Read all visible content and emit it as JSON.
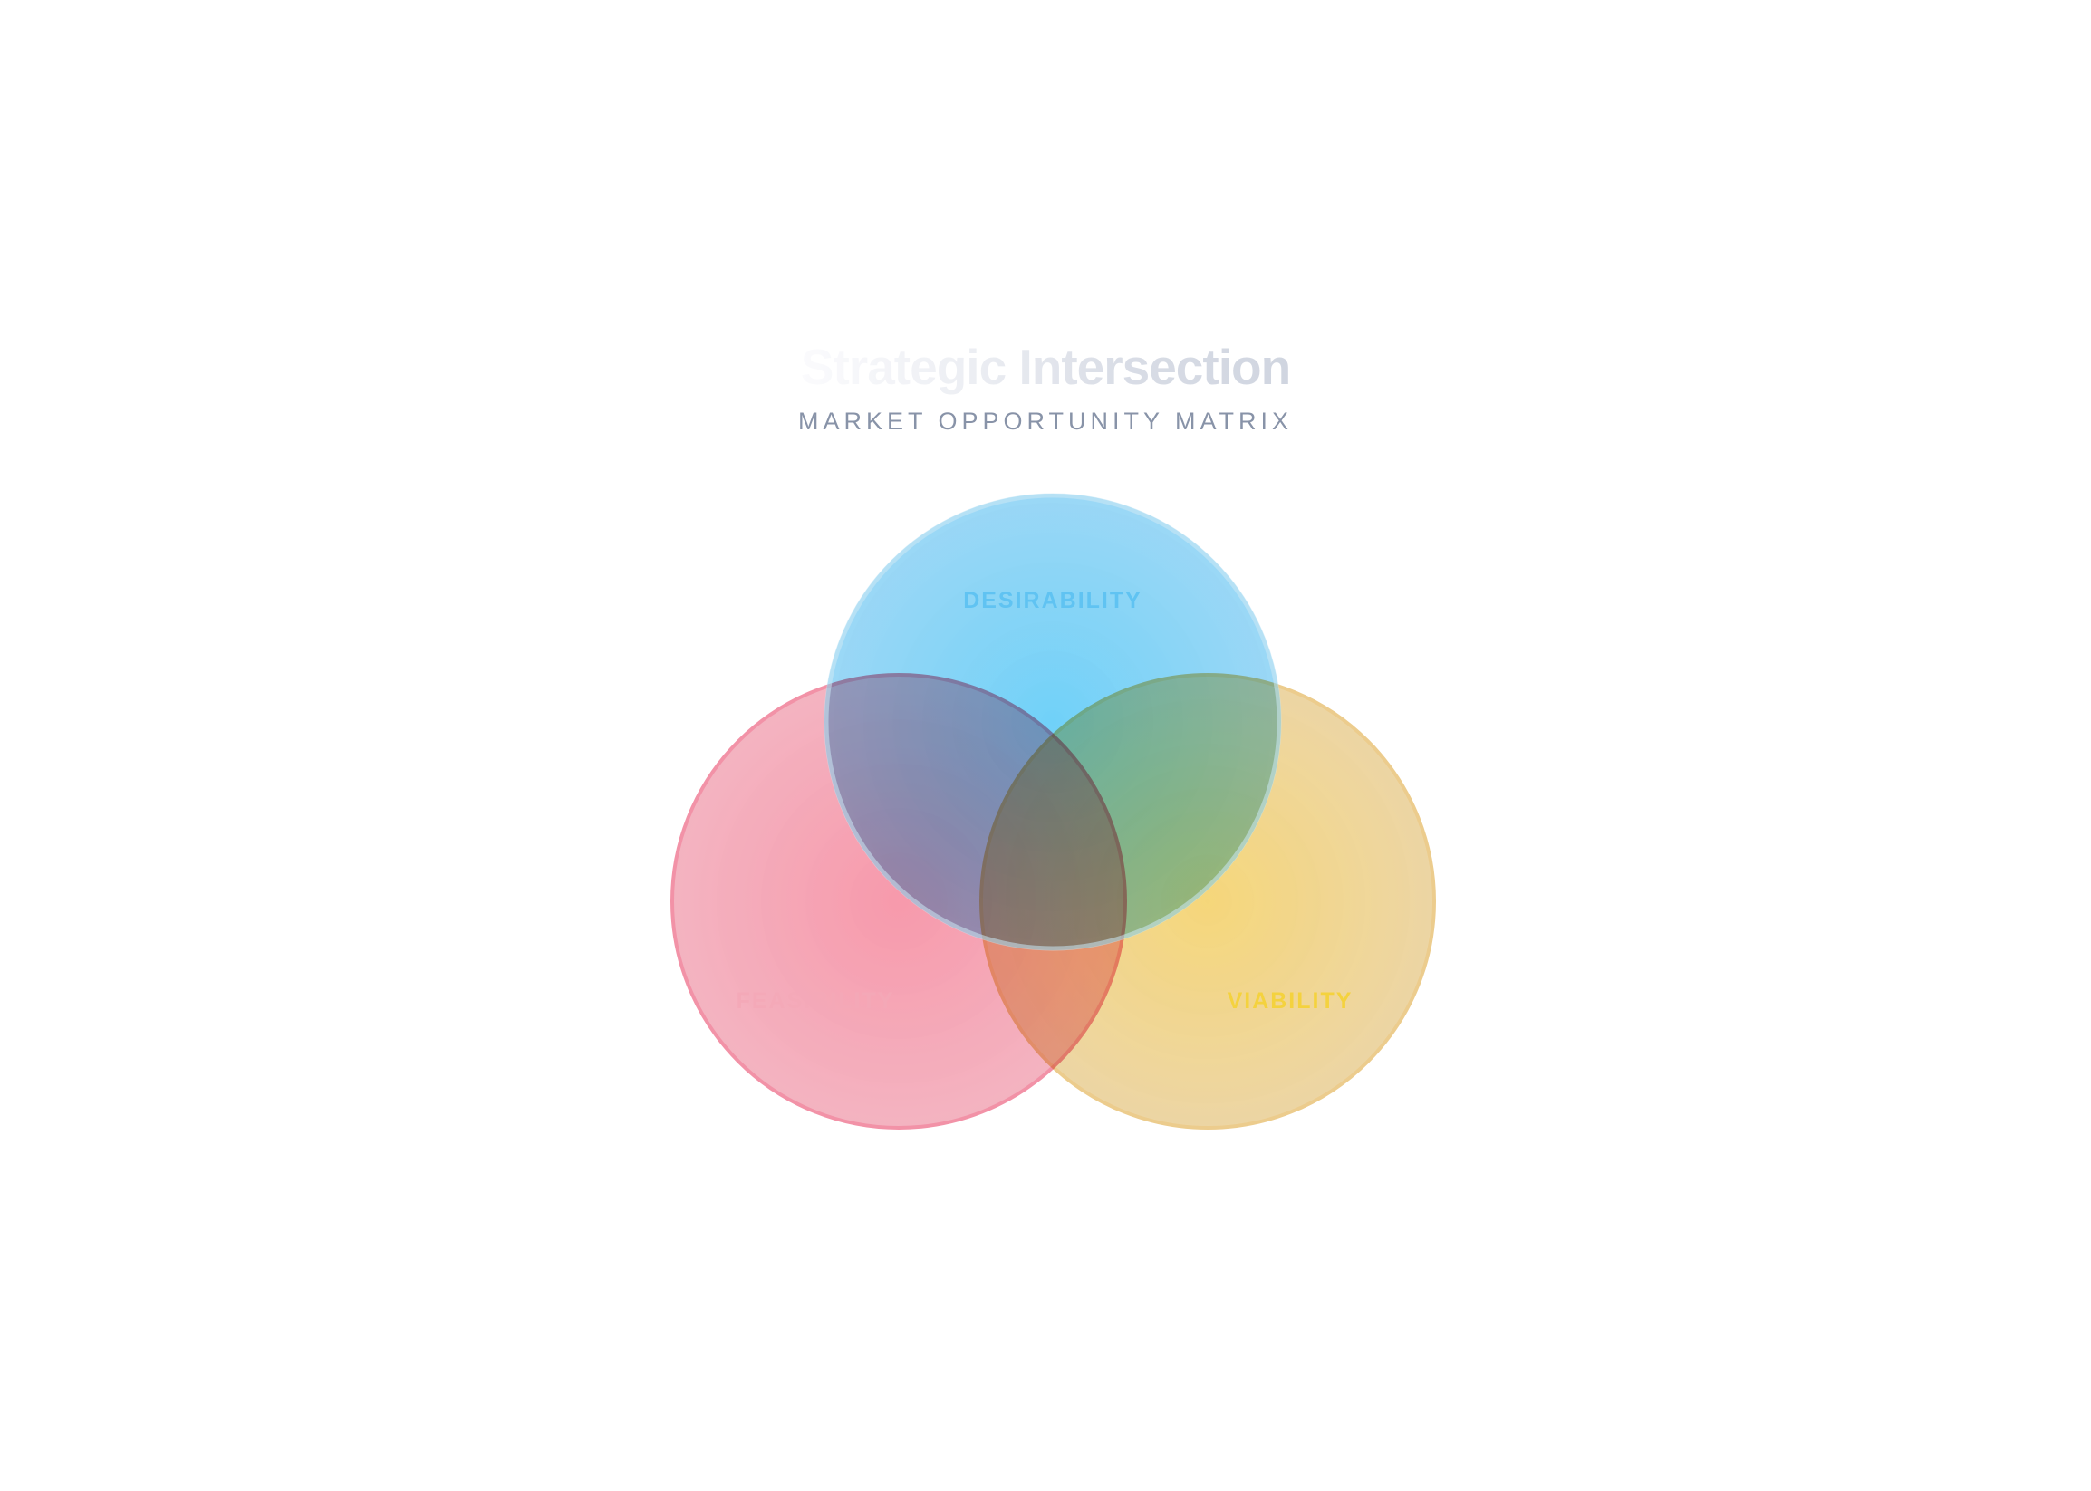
{
  "header": {
    "title": "Strategic Intersection",
    "subtitle": "MARKET OPPORTUNITY MATRIX"
  },
  "sets": [
    {
      "label": "DESIRABILITY",
      "color": "#6ccbf6"
    },
    {
      "label": "FEASIBILITY",
      "color": "#f27c95"
    },
    {
      "label": "VIABILITY",
      "color": "#ecc25a"
    }
  ],
  "colors": {
    "background": "#ffffff",
    "subtitle": "#8893a8"
  }
}
